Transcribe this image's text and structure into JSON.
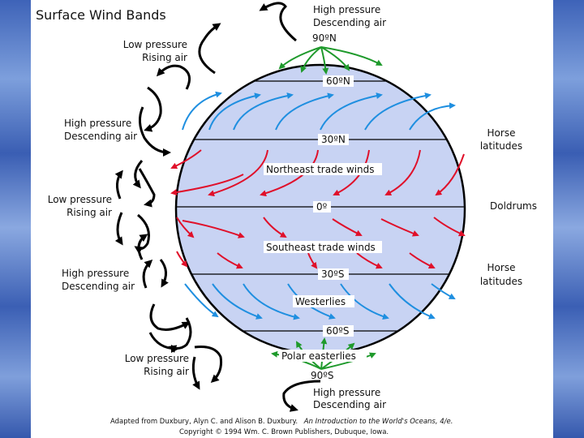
{
  "title": "Surface Wind Bands",
  "latitudes": {
    "n90": "90ºN",
    "n60": "60ºN",
    "n30": "30ºN",
    "eq": "0º",
    "s30": "30ºS",
    "s60": "60ºS",
    "s90": "90ºS"
  },
  "wind_labels": {
    "ne_trades": "Northeast trade winds",
    "se_trades": "Southeast trade winds",
    "westerlies": "Westerlies",
    "polar_easterlies": "Polar easterlies"
  },
  "pressure_labels": {
    "top_high_1": "High pressure",
    "top_high_2": "Descending air",
    "n_low_1": "Low pressure",
    "n_low_2": "Rising air",
    "n_high_1": "High pressure",
    "n_high_2": "Descending air",
    "eq_low_1": "Low pressure",
    "eq_low_2": "Rising air",
    "s_high_1": "High pressure",
    "s_high_2": "Descending air",
    "s_low_1": "Low pressure",
    "s_low_2": "Rising air",
    "bottom_high_1": "High pressure",
    "bottom_high_2": "Descending air"
  },
  "zone_labels": {
    "horse_n_1": "Horse",
    "horse_n_2": "latitudes",
    "doldrums": "Doldrums",
    "horse_s_1": "Horse",
    "horse_s_2": "latitudes"
  },
  "caption": {
    "line1_a": "Adapted from Duxbury, Alyn C. and Alison B. Duxbury.",
    "line1_b": "An Introduction to the World's Oceans, 4/e.",
    "line2": "Copyright © 1994 Wm. C. Brown Publishers, Dubuque, Iowa."
  },
  "colors": {
    "globe_fill": "#c8d3f3",
    "westerlies": "#1f8fe0",
    "trades": "#e0102a",
    "polar": "#1f9a2c",
    "circulation": "#000000"
  }
}
